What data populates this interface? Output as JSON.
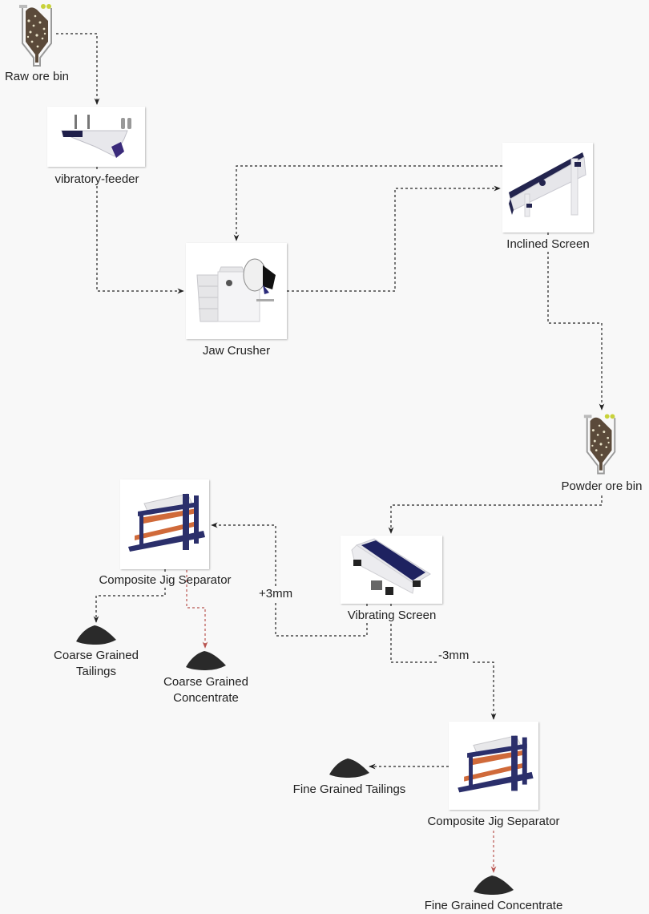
{
  "diagram": {
    "title": "Ore processing flowchart",
    "nodes": {
      "raw_ore_bin": {
        "label": "Raw ore bin",
        "icon": "ore-bin-icon"
      },
      "vibratory_feeder": {
        "label": "vibratory-feeder",
        "icon": "vibratory-feeder-icon"
      },
      "jaw_crusher": {
        "label": "Jaw Crusher",
        "icon": "jaw-crusher-icon"
      },
      "inclined_screen": {
        "label": "Inclined Screen",
        "icon": "inclined-screen-icon"
      },
      "powder_ore_bin": {
        "label": "Powder ore bin",
        "icon": "ore-bin-icon"
      },
      "vibrating_screen": {
        "label": "Vibrating Screen",
        "icon": "vibrating-screen-icon"
      },
      "composite_jig_1": {
        "label": "Composite Jig Separator",
        "icon": "jig-separator-icon"
      },
      "coarse_tailings": {
        "label_line1": "Coarse Grained",
        "label_line2": "Tailings",
        "icon": "material-pile-icon"
      },
      "coarse_concentrate": {
        "label_line1": "Coarse Grained",
        "label_line2": "Concentrate",
        "icon": "material-pile-icon"
      },
      "composite_jig_2": {
        "label": "Composite Jig Separator",
        "icon": "jig-separator-icon"
      },
      "fine_tailings": {
        "label": "Fine Grained Tailings",
        "icon": "material-pile-icon"
      },
      "fine_concentrate": {
        "label": "Fine Grained Concentrate",
        "icon": "material-pile-icon"
      }
    },
    "edge_labels": {
      "plus_3mm": "+3mm",
      "minus_3mm": "-3mm"
    },
    "edges": [
      {
        "from": "Raw ore bin",
        "to": "vibratory-feeder",
        "style": "dashed",
        "color": "#222222"
      },
      {
        "from": "vibratory-feeder",
        "to": "Jaw Crusher",
        "style": "dashed",
        "color": "#222222"
      },
      {
        "from": "Jaw Crusher",
        "to": "Inclined Screen",
        "style": "dashed",
        "color": "#222222"
      },
      {
        "from": "Inclined Screen",
        "to": "Jaw Crusher",
        "style": "dashed",
        "color": "#222222"
      },
      {
        "from": "Inclined Screen",
        "to": "Powder ore bin",
        "style": "dashed",
        "color": "#222222"
      },
      {
        "from": "Powder ore bin",
        "to": "Vibrating Screen",
        "style": "dashed",
        "color": "#222222"
      },
      {
        "from": "Vibrating Screen",
        "to": "Composite Jig Separator",
        "label": "+3mm",
        "style": "dashed",
        "color": "#222222"
      },
      {
        "from": "Vibrating Screen",
        "to": "Composite Jig Separator",
        "label": "-3mm",
        "style": "dashed",
        "color": "#222222"
      },
      {
        "from": "Composite Jig Separator",
        "to": "Coarse Grained Tailings",
        "style": "dashed",
        "color": "#222222"
      },
      {
        "from": "Composite Jig Separator",
        "to": "Coarse Grained Concentrate",
        "style": "dashed",
        "color": "#b85450"
      },
      {
        "from": "Composite Jig Separator",
        "to": "Fine Grained Tailings",
        "style": "dashed",
        "color": "#222222"
      },
      {
        "from": "Composite Jig Separator",
        "to": "Fine Grained Concentrate",
        "style": "dashed",
        "color": "#b85450"
      }
    ],
    "colors": {
      "background": "#f8f8f8",
      "edge_default": "#222222",
      "edge_concentrate": "#b85450",
      "machine_blue": "#2b2f6b",
      "pile": "#2a2a2a"
    }
  }
}
